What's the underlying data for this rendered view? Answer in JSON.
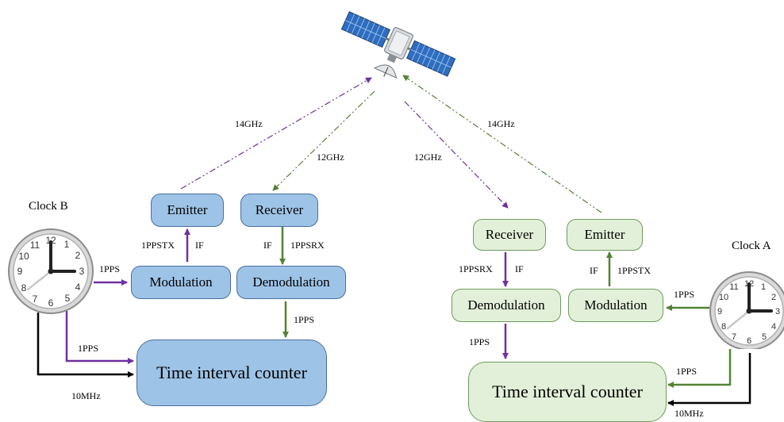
{
  "left": {
    "clock_title": "Clock B",
    "emitter": "Emitter",
    "receiver": "Receiver",
    "modulation": "Modulation",
    "demodulation": "Demodulation",
    "counter": "Time interval counter",
    "label_1ppstx": "1PPSTX",
    "label_if_tx": "IF",
    "label_if_rx": "IF",
    "label_1ppsrx": "1PPSRX",
    "label_1pps_clock": "1PPS",
    "label_1pps_demod": "1PPS",
    "label_1pps_counter": "1PPS",
    "label_10mhz": "10MHz",
    "uplink": "14GHz",
    "downlink": "12GHz"
  },
  "right": {
    "clock_title": "Clock A",
    "receiver": "Receiver",
    "emitter": "Emitter",
    "demodulation": "Demodulation",
    "modulation": "Modulation",
    "counter": "Time interval counter",
    "label_1ppsrx": "1PPSRX",
    "label_if_rx": "IF",
    "label_if_tx": "IF",
    "label_1ppstx": "1PPSTX",
    "label_1pps_clock": "1PPS",
    "label_1pps_demod": "1PPS",
    "label_1pps_counter": "1PPS",
    "label_10mhz": "10MHz",
    "downlink": "12GHz",
    "uplink": "14GHz"
  },
  "colors": {
    "purple": "#7030a0",
    "green": "#548235",
    "black": "#000000",
    "box_blue": "#9dc3e6",
    "box_green": "#e2f0d9"
  }
}
